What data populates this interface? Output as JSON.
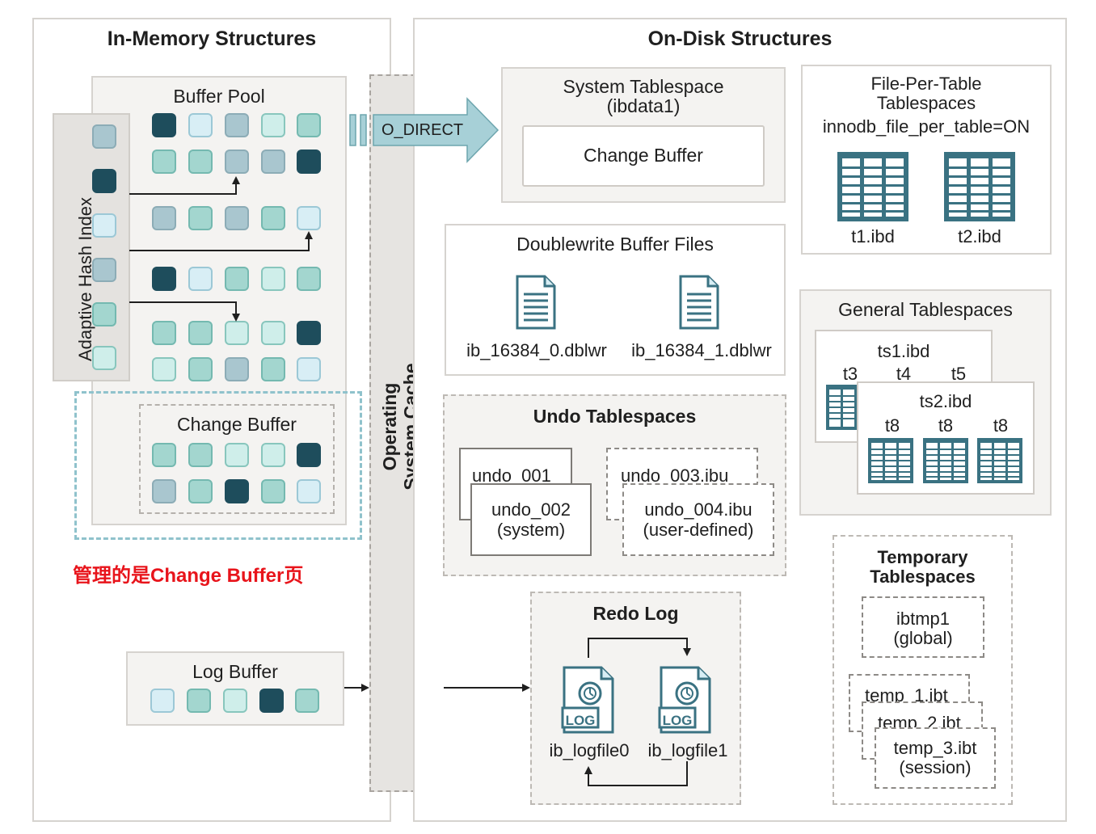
{
  "in_memory": {
    "title": "In-Memory Structures",
    "buffer_pool": {
      "title": "Buffer Pool",
      "rows": [
        [
          "dark",
          "light",
          "gray",
          "mint",
          "teal"
        ],
        [
          "teal",
          "teal",
          "gray",
          "gray",
          "dark"
        ],
        [
          "gray",
          "teal",
          "gray",
          "teal",
          "light"
        ],
        [
          "dark",
          "light",
          "teal",
          "mint",
          "teal"
        ],
        [
          "teal",
          "teal",
          "mint",
          "mint",
          "dark"
        ],
        [
          "mint",
          "teal",
          "gray",
          "teal",
          "light"
        ]
      ]
    },
    "adaptive_hash_index": {
      "title": "Adaptive Hash Index",
      "cells": [
        "gray",
        "dark",
        "light",
        "gray",
        "teal",
        "mint"
      ]
    },
    "change_buffer": {
      "title": "Change Buffer",
      "rows": [
        [
          "teal",
          "teal",
          "mint",
          "mint",
          "dark"
        ],
        [
          "gray",
          "teal",
          "dark",
          "teal",
          "light"
        ]
      ]
    },
    "annotation": "管理的是Change Buffer页",
    "log_buffer": {
      "title": "Log Buffer",
      "cells": [
        "light",
        "teal",
        "mint",
        "dark",
        "teal"
      ]
    }
  },
  "os_cache": {
    "line1": "Operating",
    "line2": "System Cache",
    "o_direct": "O_DIRECT"
  },
  "on_disk": {
    "title": "On-Disk Structures",
    "system_tablespace": {
      "title_line1": "System Tablespace",
      "title_line2": "(ibdata1)",
      "change_buffer": "Change Buffer"
    },
    "file_per_table": {
      "title_line1": "File-Per-Table",
      "title_line2": "Tablespaces",
      "setting": "innodb_file_per_table=ON",
      "files": [
        "t1.ibd",
        "t2.ibd"
      ]
    },
    "doublewrite": {
      "title": "Doublewrite Buffer Files",
      "files": [
        "ib_16384_0.dblwr",
        "ib_16384_1.dblwr"
      ]
    },
    "general_tablespaces": {
      "title": "General Tablespaces",
      "ts1": {
        "name": "ts1.ibd",
        "tables": [
          "t3",
          "t4",
          "t5"
        ]
      },
      "ts2": {
        "name": "ts2.ibd",
        "tables": [
          "t8",
          "t8",
          "t8"
        ]
      }
    },
    "undo_tablespaces": {
      "title": "Undo Tablespaces",
      "undo_001": "undo_001",
      "undo_002_line1": "undo_002",
      "undo_002_line2": "(system)",
      "undo_003": "undo_003.ibu",
      "undo_004_line1": "undo_004.ibu",
      "undo_004_line2": "(user-defined)"
    },
    "redo_log": {
      "title": "Redo Log",
      "badge": "LOG",
      "files": [
        "ib_logfile0",
        "ib_logfile1"
      ]
    },
    "temporary_tablespaces": {
      "title_line1": "Temporary",
      "title_line2": "Tablespaces",
      "ibtmp1_line1": "ibtmp1",
      "ibtmp1_line2": "(global)",
      "temp1": "temp_1.ibt",
      "temp2": "temp_2.ibt",
      "temp3_line1": "temp_3.ibt",
      "temp3_line2": "(session)"
    }
  },
  "colors": {
    "dark": "#1e4d5c",
    "teal": "#a3d6cf",
    "gray": "#a9c6cf",
    "light": "#d8eef5",
    "mint": "#cfeeea",
    "annotation": "#e8141b",
    "arrow": "#a7d0d7",
    "table_icon": "#3a7282"
  }
}
